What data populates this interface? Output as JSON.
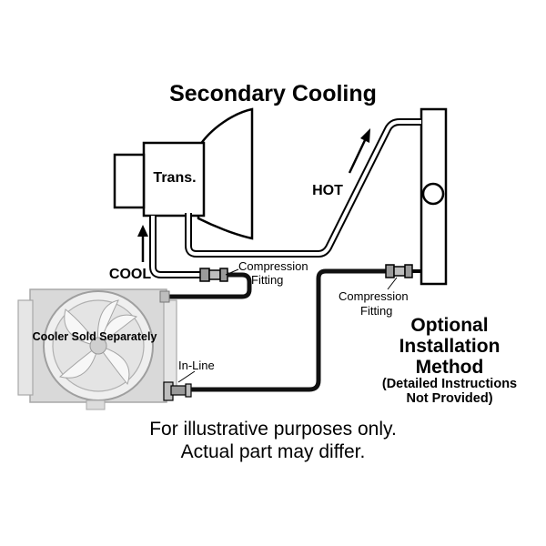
{
  "title": "Secondary Cooling",
  "labels": {
    "trans": "Trans.",
    "hot": "HOT",
    "cool": "COOL",
    "compression_fitting_1": [
      "Compression",
      "Fitting"
    ],
    "compression_fitting_2": [
      "Compression",
      "Fitting"
    ],
    "cooler": "Cooler Sold Separately",
    "inline": "In-Line"
  },
  "optional": {
    "line1": "Optional",
    "line2": "Installation",
    "line3": "Method",
    "note1": "(Detailed Instructions",
    "note2": "Not Provided)"
  },
  "footer": {
    "line1": "For illustrative purposes only.",
    "line2": "Actual part may differ."
  },
  "colors": {
    "line": "#000000",
    "tube_fill": "#ffffff",
    "hose": "#111111",
    "cooler_gray": "#c8c8c8",
    "fitting_gray": "#9a9a9a"
  }
}
